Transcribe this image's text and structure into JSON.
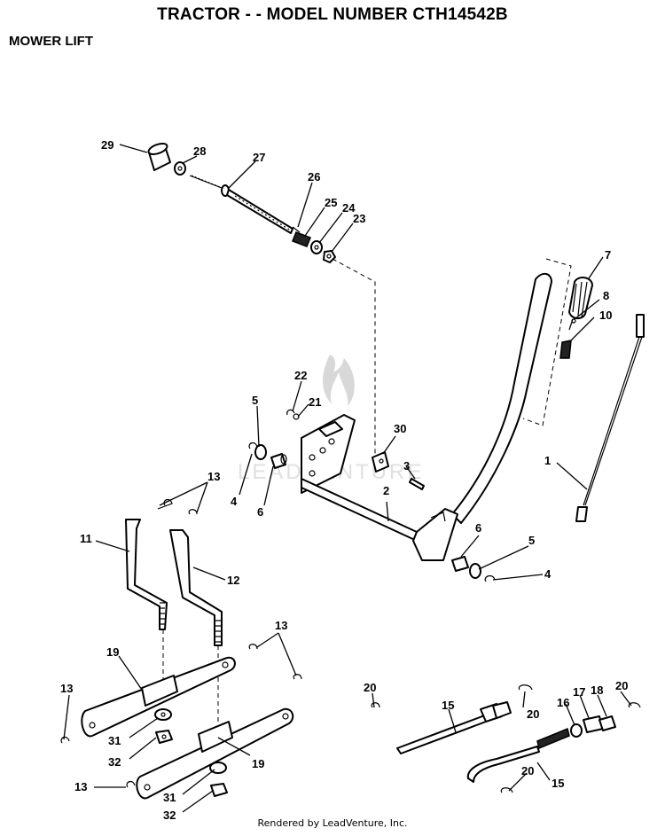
{
  "header": {
    "title": "TRACTOR - - MODEL NUMBER CTH14542B",
    "subtitle": "MOWER LIFT"
  },
  "footer": {
    "credit": "Rendered by LeadVenture, Inc."
  },
  "watermark": {
    "text": "LEADVENTURE"
  },
  "callouts": {
    "c29": "29",
    "c28": "28",
    "c27": "27",
    "c26": "26",
    "c25": "25",
    "c24": "24",
    "c23": "23",
    "c7": "7",
    "c8": "8",
    "c10": "10",
    "c22": "22",
    "c21": "21",
    "c5a": "5",
    "c30": "30",
    "c4a": "4",
    "c6a": "6",
    "c3": "3",
    "c2": "2",
    "c13a": "13",
    "c11": "11",
    "c12": "12",
    "c1": "1",
    "c6b": "6",
    "c5b": "5",
    "c4b": "4",
    "c13b": "13",
    "c19a": "19",
    "c13c": "13",
    "c31a": "31",
    "c32a": "32",
    "c19b": "19",
    "c13d": "13",
    "c31b": "31",
    "c32b": "32",
    "c20a": "20",
    "c15a": "15",
    "c20b": "20",
    "c16": "16",
    "c17": "17",
    "c18": "18",
    "c20c": "20",
    "c20d": "20",
    "c15b": "15"
  }
}
